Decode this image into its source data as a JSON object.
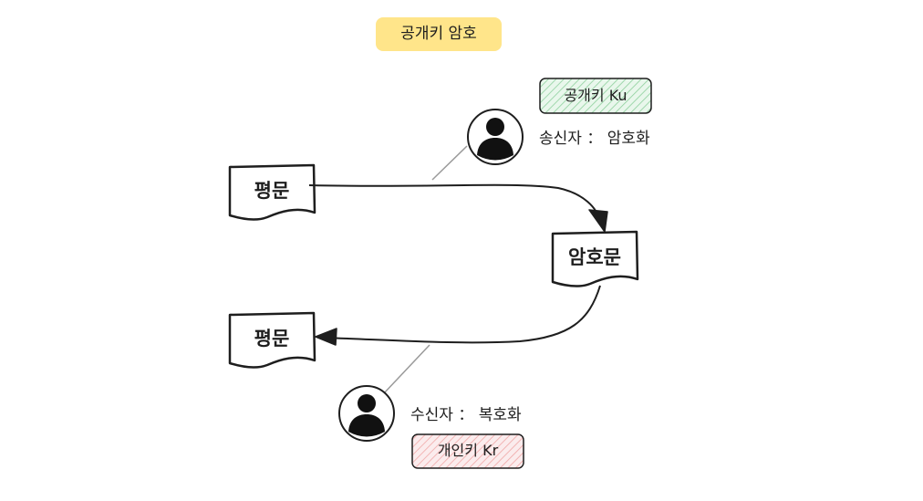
{
  "title": "공개키 암호",
  "nodes": {
    "plaintext_top": "평문",
    "ciphertext": "암호문",
    "plaintext_bottom": "평문"
  },
  "sender": {
    "key_label": "공개키 Ku",
    "role_label": "송신자 ： 암호화",
    "key_color": "#2f9e44"
  },
  "receiver": {
    "key_label": "개인키 Kr",
    "role_label": "수신자 ： 복호화",
    "key_color": "#e03131"
  },
  "colors": {
    "title_bg": "#ffe58a",
    "stroke": "#1e1e1e",
    "connector": "#9a9a9a"
  },
  "icons": [
    "user-icon",
    "user-icon"
  ]
}
